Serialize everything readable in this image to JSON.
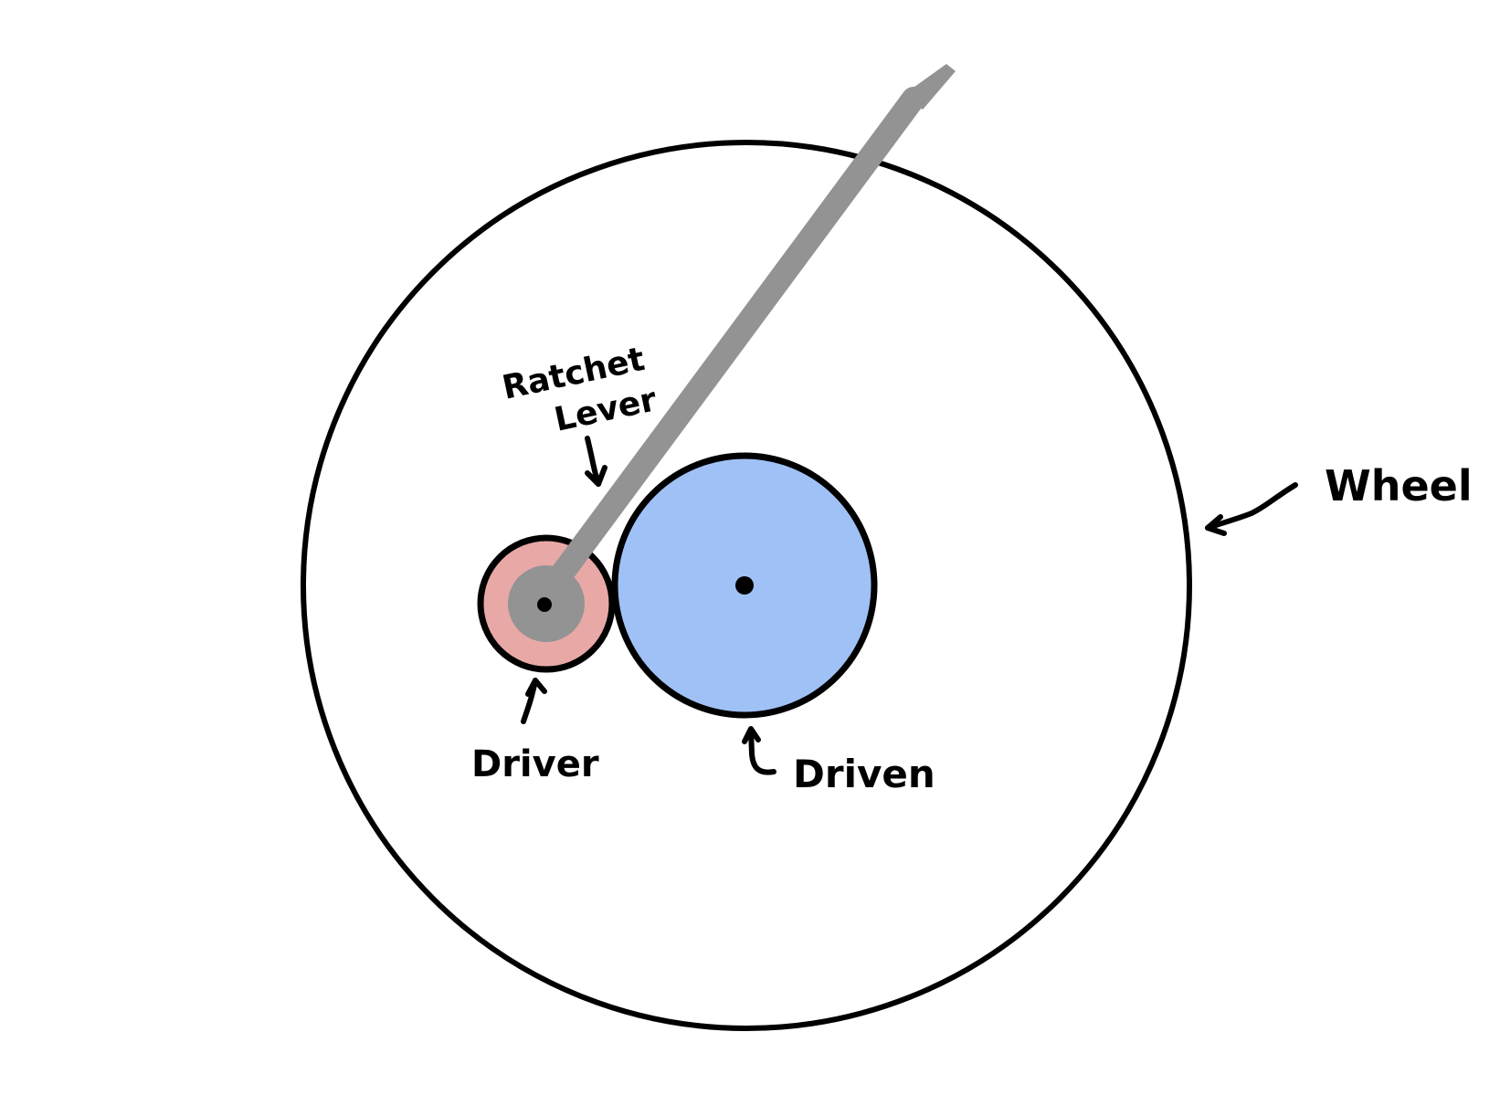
{
  "diagram": {
    "labels": {
      "wheel": "Wheel",
      "ratchet_line1": "Ratchet",
      "ratchet_line2": "Lever",
      "driver": "Driver",
      "driven": "Driven"
    },
    "colors": {
      "outline": "#000000",
      "driver_fill": "#e8a9a6",
      "driven_fill": "#a0c1f5",
      "lever": "#939393",
      "background": "#ffffff"
    }
  }
}
